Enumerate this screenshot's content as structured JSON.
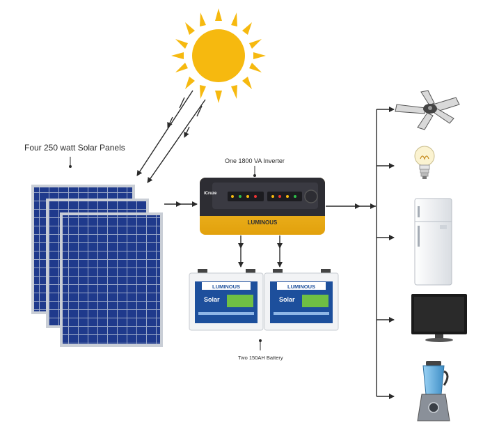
{
  "labels": {
    "solar_panels": "Four 250 watt Solar Panels",
    "inverter": "One 1800 VA Inverter",
    "battery": "Two 150AH Battery"
  },
  "inverter_panel": {
    "brand": "LUMINOUS",
    "model": "iCruze"
  },
  "batteries": [
    {
      "brand": "LUMINOUS",
      "product": "Solar"
    },
    {
      "brand": "LUMINOUS",
      "product": "Solar"
    }
  ],
  "appliances": [
    "ceiling-fan",
    "light-bulb",
    "refrigerator",
    "television",
    "blender"
  ],
  "colors": {
    "sun": "#f6b90f",
    "inverter_body": "#f3b61d",
    "inverter_front": "#2d2d33",
    "panel_cell": "#1f3a8c",
    "panel_frame": "#c9ced6",
    "battery_label": "#1d4f9c",
    "arrow": "#2a2a2a"
  }
}
